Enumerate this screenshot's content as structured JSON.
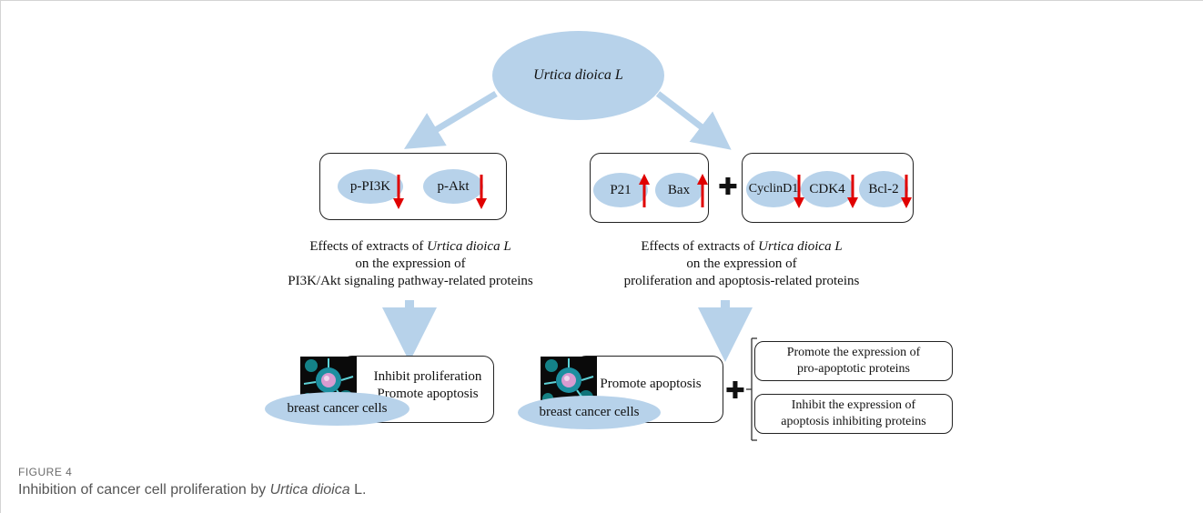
{
  "root": {
    "label": "Urtica dioica L"
  },
  "left_panel": {
    "proteins": [
      {
        "name": "p-PI3K",
        "direction": "down"
      },
      {
        "name": "p-Akt",
        "direction": "down"
      }
    ],
    "caption_prefix": "Effects of extracts of ",
    "caption_species": "Urtica dioica L",
    "caption_line2": "on the expression of",
    "caption_line3": "PI3K/Akt signaling pathway-related proteins"
  },
  "right_panel": {
    "up_group": [
      {
        "name": "P21",
        "direction": "up"
      },
      {
        "name": "Bax",
        "direction": "up"
      }
    ],
    "down_group": [
      {
        "name": "CyclinD1",
        "direction": "down"
      },
      {
        "name": "CDK4",
        "direction": "down"
      },
      {
        "name": "Bcl-2",
        "direction": "down"
      }
    ],
    "caption_prefix": "Effects of extracts of ",
    "caption_species": "Urtica dioica L",
    "caption_line2": "on the expression of",
    "caption_line3": "proliferation and apoptosis-related proteins"
  },
  "left_result": {
    "line1": "Inhibit proliferation",
    "line2": "Promote apoptosis",
    "cells_label": "breast cancer cells"
  },
  "right_result": {
    "line1": "Promote apoptosis",
    "cells_label": "breast cancer cells"
  },
  "mechanisms": {
    "promote": {
      "line1": "Promote the expression of",
      "line2": "pro-apoptotic proteins"
    },
    "inhibit": {
      "line1": "Inhibit the expression of",
      "line2": "apoptosis inhibiting proteins"
    }
  },
  "colors": {
    "ellipse_fill": "#b7d2ea",
    "flow_arrow": "#b7d2ea",
    "regulation_arrow": "#e00000"
  },
  "figure": {
    "label": "FIGURE 4",
    "caption_prefix": "Inhibition of cancer cell proliferation by ",
    "caption_species": "Urtica dioica",
    "caption_suffix": " L."
  }
}
